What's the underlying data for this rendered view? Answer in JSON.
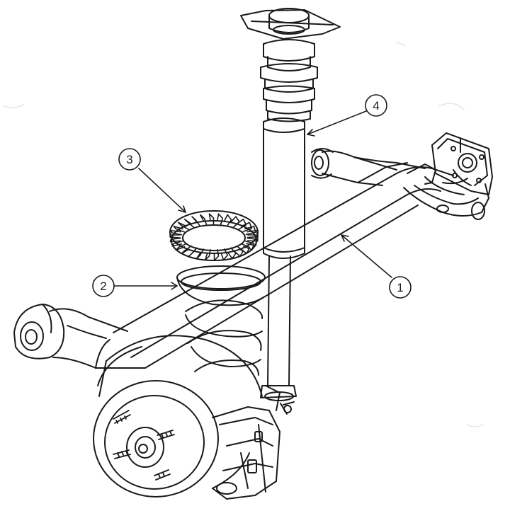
{
  "callouts": [
    {
      "id": "1",
      "label": "1"
    },
    {
      "id": "2",
      "label": "2"
    },
    {
      "id": "3",
      "label": "3"
    },
    {
      "id": "4",
      "label": "4"
    }
  ],
  "colors": {
    "line": "#1a1a1a",
    "background": "#ffffff",
    "paper_noise": "#e6e6e6"
  }
}
